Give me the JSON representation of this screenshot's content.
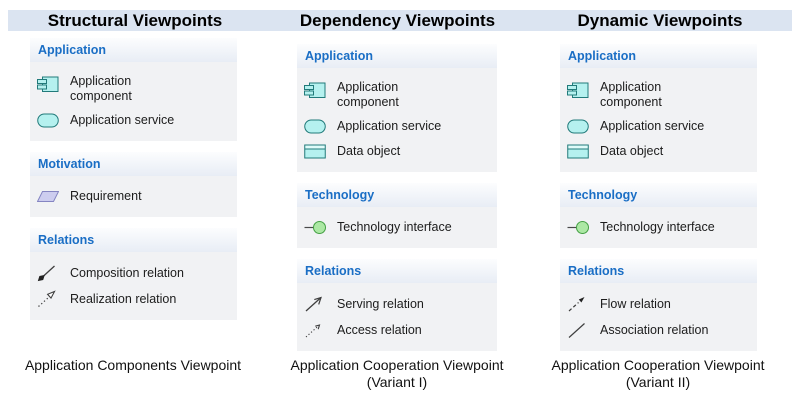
{
  "colors": {
    "title_band": "#dbe4f1",
    "section_heading_blue": "#1a6ec5",
    "panel_background": "#f1f2f4",
    "element_cyan_fill": "#b5f1ef",
    "element_cyan_border": "#217a7a",
    "requirement_fill": "#cdcdef",
    "requirement_border": "#8585c2",
    "interface_green_fill": "#ace8a4",
    "interface_green_border": "#44a044",
    "relation_line": "#3f3f3f"
  },
  "columns": [
    {
      "title": "Structural Viewpoints",
      "caption_line1": "Application Components Viewpoint",
      "caption_line2": "",
      "sections": [
        {
          "heading": "Application",
          "items": [
            {
              "icon": "application-component-icon",
              "label": "Application component"
            },
            {
              "icon": "application-service-icon",
              "label": "Application service"
            }
          ]
        },
        {
          "heading": "Motivation",
          "items": [
            {
              "icon": "requirement-icon",
              "label": "Requirement"
            }
          ]
        },
        {
          "heading": "Relations",
          "items": [
            {
              "icon": "composition-relation-icon",
              "label": "Composition relation"
            },
            {
              "icon": "realization-relation-icon",
              "label": "Realization relation"
            }
          ]
        }
      ]
    },
    {
      "title": "Dependency Viewpoints",
      "caption_line1": "Application Cooperation Viewpoint",
      "caption_line2": "(Variant I)",
      "sections": [
        {
          "heading": "Application",
          "items": [
            {
              "icon": "application-component-icon",
              "label": "Application component"
            },
            {
              "icon": "application-service-icon",
              "label": "Application service"
            },
            {
              "icon": "data-object-icon",
              "label": "Data object"
            }
          ]
        },
        {
          "heading": "Technology",
          "items": [
            {
              "icon": "technology-interface-icon",
              "label": "Technology interface"
            }
          ]
        },
        {
          "heading": "Relations",
          "items": [
            {
              "icon": "serving-relation-icon",
              "label": "Serving relation"
            },
            {
              "icon": "access-relation-icon",
              "label": "Access relation"
            }
          ]
        }
      ]
    },
    {
      "title": "Dynamic Viewpoints",
      "caption_line1": "Application Cooperation Viewpoint",
      "caption_line2": "(Variant II)",
      "sections": [
        {
          "heading": "Application",
          "items": [
            {
              "icon": "application-component-icon",
              "label": "Application component"
            },
            {
              "icon": "application-service-icon",
              "label": "Application service"
            },
            {
              "icon": "data-object-icon",
              "label": "Data object"
            }
          ]
        },
        {
          "heading": "Technology",
          "items": [
            {
              "icon": "technology-interface-icon",
              "label": "Technology interface"
            }
          ]
        },
        {
          "heading": "Relations",
          "items": [
            {
              "icon": "flow-relation-icon",
              "label": "Flow relation"
            },
            {
              "icon": "association-relation-icon",
              "label": "Association relation"
            }
          ]
        }
      ]
    }
  ]
}
